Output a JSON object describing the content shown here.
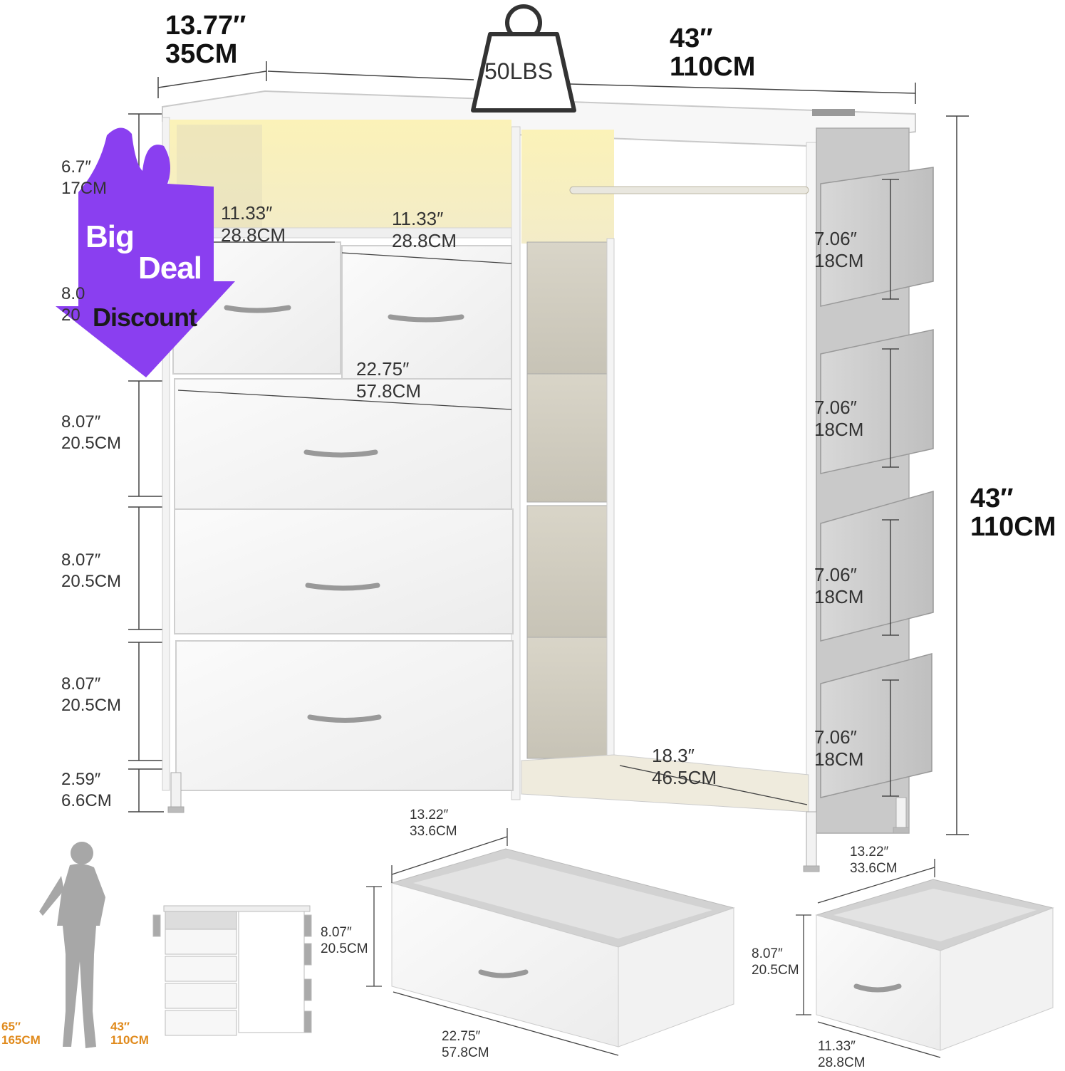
{
  "weight": {
    "label": "50LBS"
  },
  "badge": {
    "line1": "Big",
    "line2": "Deal",
    "line3": "Discount",
    "color": "#8a3ff0"
  },
  "dims": {
    "depth": {
      "in": "13.77″",
      "cm": "35CM"
    },
    "width": {
      "in": "43″",
      "cm": "110CM"
    },
    "height": {
      "in": "43″",
      "cm": "110CM"
    },
    "top_shelf": {
      "in": "6.7″",
      "cm": "17CM"
    },
    "small_drawer_row": {
      "in": "8.0",
      "cm": "20"
    },
    "drawer_rows": [
      {
        "in": "8.07″",
        "cm": "20.5CM"
      },
      {
        "in": "8.07″",
        "cm": "20.5CM"
      },
      {
        "in": "8.07″",
        "cm": "20.5CM"
      }
    ],
    "legs": {
      "in": "2.59″",
      "cm": "6.6CM"
    },
    "small_drawer_left": {
      "in": "11.33″",
      "cm": "28.8CM"
    },
    "small_drawer_right": {
      "in": "11.33″",
      "cm": "28.8CM"
    },
    "large_drawer_width": {
      "in": "22.75″",
      "cm": "57.8CM"
    },
    "hanging_width": {
      "in": "18.3″",
      "cm": "46.5CM"
    },
    "pockets": [
      {
        "in": "7.06″",
        "cm": "18CM"
      },
      {
        "in": "7.06″",
        "cm": "18CM"
      },
      {
        "in": "7.06″",
        "cm": "18CM"
      },
      {
        "in": "7.06″",
        "cm": "18CM"
      }
    ],
    "large_bin": {
      "depth_in": "13.22″",
      "depth_cm": "33.6CM",
      "height_in": "8.07″",
      "height_cm": "20.5CM",
      "width_in": "22.75″",
      "width_cm": "57.8CM"
    },
    "small_bin": {
      "depth_in": "13.22″",
      "depth_cm": "33.6CM",
      "height_in": "8.07″",
      "height_cm": "20.5CM",
      "width_in": "11.33″",
      "width_cm": "28.8CM"
    }
  },
  "scale": {
    "person": {
      "in": "65″",
      "cm": "165CM"
    },
    "dresser": {
      "in": "43″",
      "cm": "110CM"
    }
  }
}
